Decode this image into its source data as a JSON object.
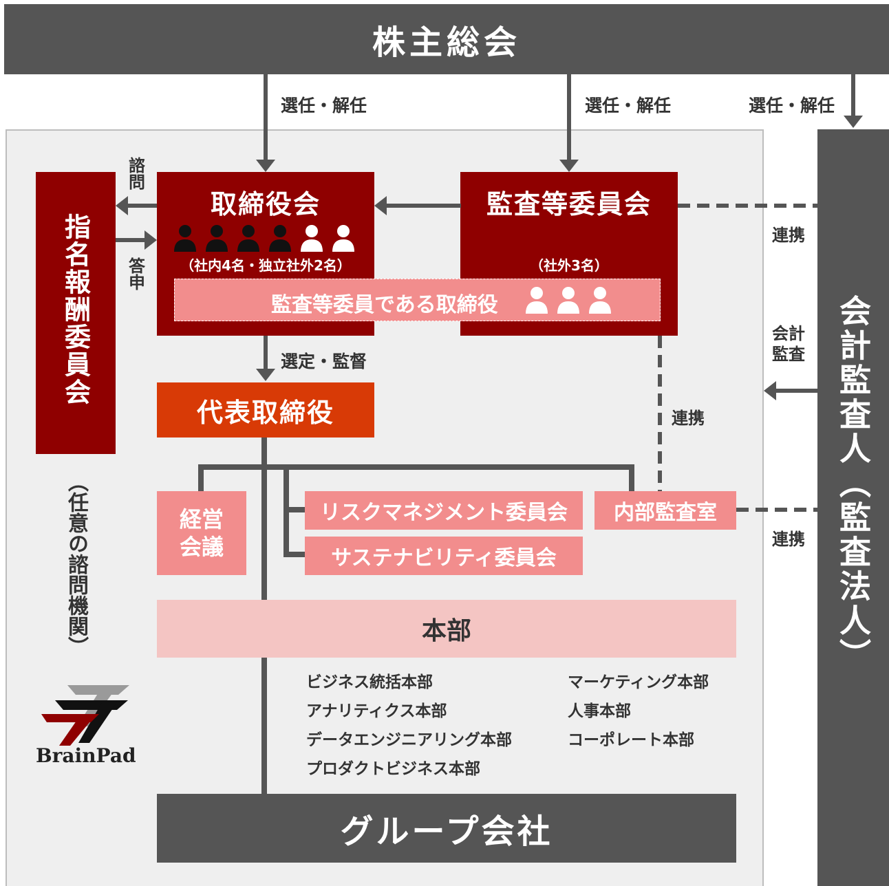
{
  "colors": {
    "dark_gray": "#555555",
    "dark_red": "#8f0000",
    "orange_red": "#d83a06",
    "pink": "#f28d8d",
    "light_pink": "#f4c5c3",
    "panel_gray": "#efefef"
  },
  "shareholders": "株主総会",
  "elect_dismiss": "選任・解任",
  "board": {
    "title": "取締役会",
    "composition": "（社内4名・独立社外2名）",
    "audit_members_label": "監査等委員である取締役"
  },
  "audit_committee": {
    "title": "監査等委員会",
    "composition": "（社外3名）"
  },
  "nomination": {
    "title": "指名報酬委員会",
    "note": "（任意の諮問機関）",
    "consult": "諮問",
    "report": "答申"
  },
  "selection_supervision": "選定・監督",
  "ceo": "代表取締役",
  "collaboration": "連携",
  "accounting_audit": "会計監査",
  "auditor": "会計監査人（監査法人）",
  "management_meeting": "経営会議",
  "risk_committee": "リスクマネジメント委員会",
  "sustainability_committee": "サステナビリティ委員会",
  "internal_audit": "内部監査室",
  "divisions": {
    "title": "本部",
    "left": [
      "ビジネス統括本部",
      "アナリティクス本部",
      "データエンジニアリング本部",
      "プロダクトビジネス本部"
    ],
    "right": [
      "マーケティング本部",
      "人事本部",
      "コーポレート本部"
    ]
  },
  "group_companies": "グループ会社",
  "logo": "BrainPad"
}
